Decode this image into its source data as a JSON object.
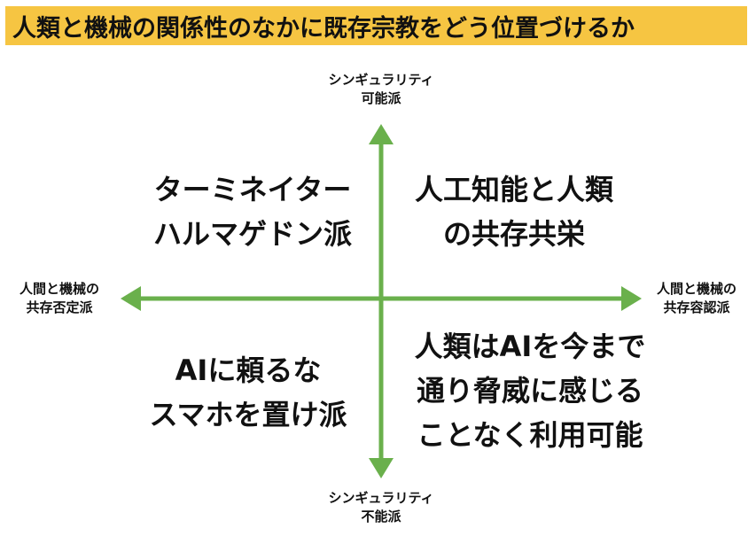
{
  "title": "人類と機械の関係性のなかに既存宗教をどう位置づけるか",
  "colors": {
    "title_bg": "#f6c542",
    "axis": "#6ab04c"
  },
  "axes": {
    "top": {
      "line1": "シンギュラリティ",
      "line2": "可能派"
    },
    "bottom": {
      "line1": "シンギュラリティ",
      "line2": "不能派"
    },
    "left": {
      "line1": "人間と機械の",
      "line2": "共存否定派"
    },
    "right": {
      "line1": "人間と機械の",
      "line2": "共存容認派"
    }
  },
  "quadrants": {
    "top_left": {
      "lines": [
        "ターミネイター",
        "ハルマゲドン派"
      ]
    },
    "top_right": {
      "lines": [
        "人工知能と人類",
        "の共存共栄"
      ]
    },
    "bottom_left": {
      "lines": [
        "AIに頼るな",
        "スマホを置け派"
      ]
    },
    "bottom_right": {
      "lines": [
        "人類はAIを今まで",
        "通り脅威に感じる",
        "ことなく利用可能"
      ]
    }
  }
}
